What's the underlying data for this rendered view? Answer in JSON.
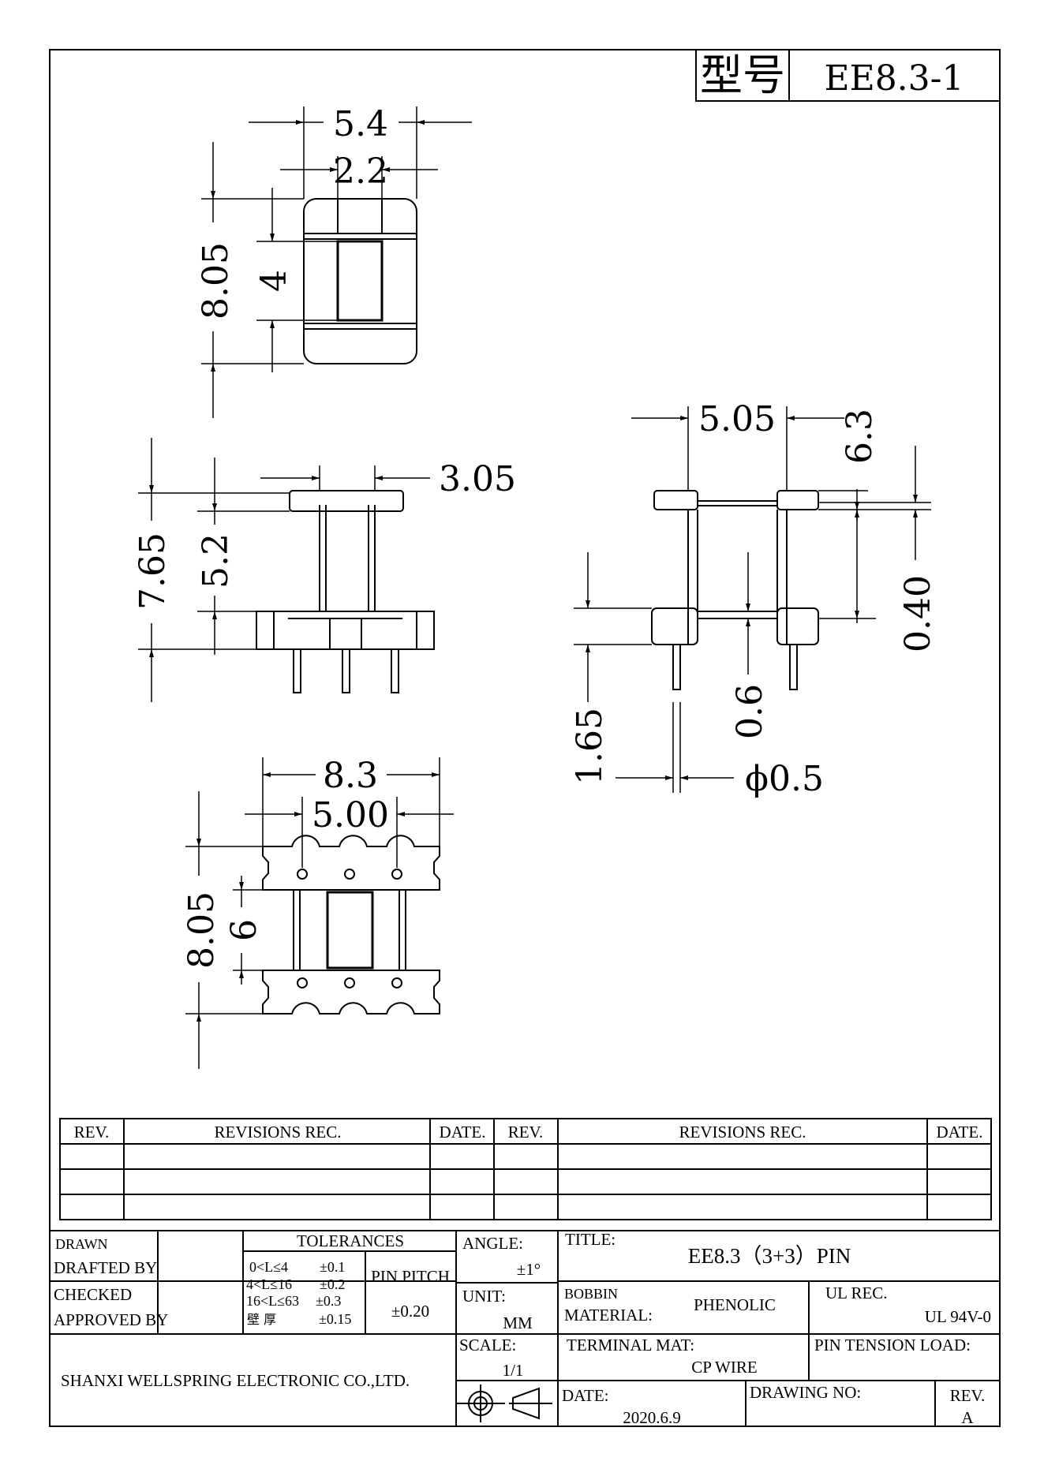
{
  "title_block": {
    "model_label": "型号",
    "model_value": "EE8.3-1",
    "drawn": "DRAWN",
    "drafted_by": "DRAFTED BY",
    "checked": "CHECKED",
    "approved_by": "APPROVED BY",
    "tolerances_header": "TOLERANCES",
    "tolerances": [
      {
        "range": "0<L≤4",
        "value": "±0.1"
      },
      {
        "range": "4<L≤16",
        "value": "±0.2"
      },
      {
        "range": "16<L≤63",
        "value": "±0.3"
      },
      {
        "range": "壁  厚",
        "value": "±0.15"
      }
    ],
    "pin_pitch_label": "PIN PITCH",
    "pin_pitch_value": "±0.20",
    "angle_label": "ANGLE:",
    "angle_value": "±1°",
    "unit_label": "UNIT:",
    "unit_value": "MM",
    "scale_label": "SCALE:",
    "scale_value": "1/1",
    "title_label": "TITLE:",
    "title_value": "EE8.3（3+3）PIN",
    "bobbin_label_1": "BOBBIN",
    "bobbin_label_2": "MATERIAL:",
    "bobbin_value": "PHENOLIC",
    "ul_rec_label": "UL REC.",
    "ul_rec_value": "UL 94V-0",
    "terminal_label": "TERMINAL MAT:",
    "terminal_value": "CP WIRE",
    "pin_tension_label": "PIN TENSION LOAD:",
    "date_label": "DATE:",
    "date_value": "2020.6.9",
    "drawing_no_label": "DRAWING NO:",
    "rev_label": "REV.",
    "rev_value": "A",
    "company": "SHANXI WELLSPRING ELECTRONIC CO.,LTD."
  },
  "revisions": {
    "rev": "REV.",
    "revisions_rec": "REVISIONS  REC.",
    "date": "DATE."
  },
  "dimensions": {
    "top_width": "5.4",
    "top_inner": "2.2",
    "top_height": "8.05",
    "top_window": "4",
    "side_flange": "3.05",
    "side_height": "7.65",
    "side_inner": "5.2",
    "right_width": "5.05",
    "right_top": "6.3",
    "right_flange": "0.40",
    "right_base": "1.65",
    "right_gap": "0.6",
    "pin_dia": "ϕ0.5",
    "bottom_width": "8.3",
    "bottom_pitch": "5.00",
    "bottom_height": "8.05",
    "bottom_inner": "6"
  }
}
